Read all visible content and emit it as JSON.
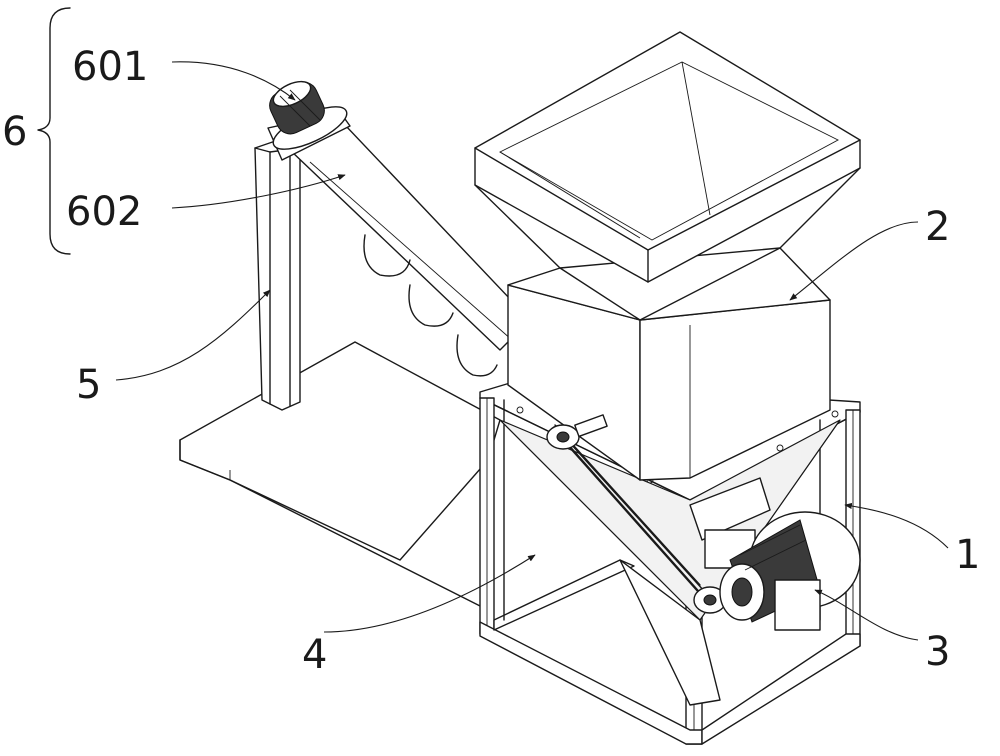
{
  "labels": {
    "group_6": "6",
    "part_601": "601",
    "part_602": "602",
    "part_1": "1",
    "part_2": "2",
    "part_3": "3",
    "part_4": "4",
    "part_5": "5"
  }
}
